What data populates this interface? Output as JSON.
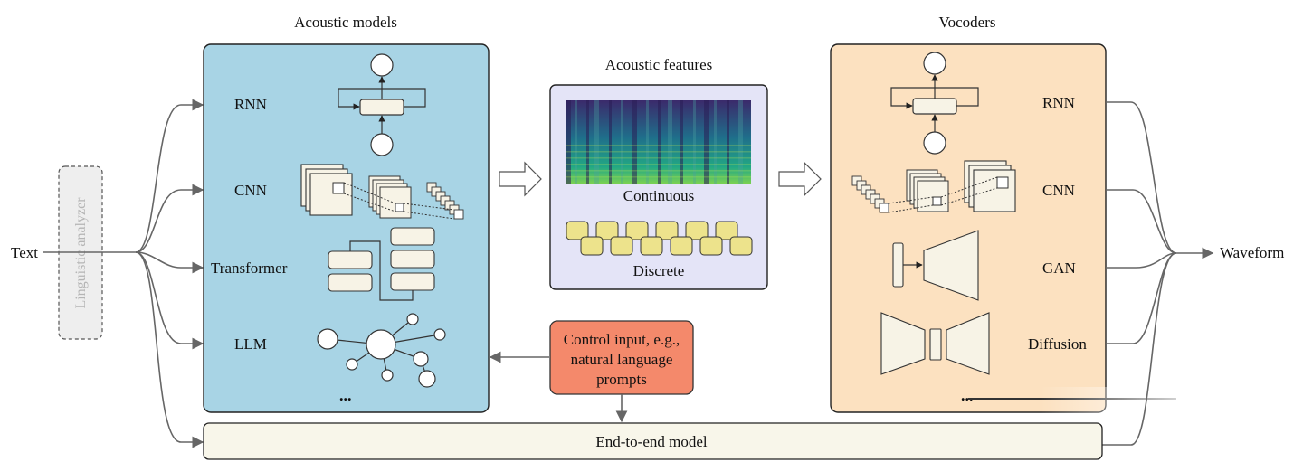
{
  "input": {
    "text_label": "Text",
    "analyzer_label": "Linguistic analyzer"
  },
  "output": {
    "label": "Waveform"
  },
  "acoustic_models": {
    "title": "Acoustic models",
    "items": [
      "RNN",
      "CNN",
      "Transformer",
      "LLM"
    ],
    "more": "..."
  },
  "acoustic_features": {
    "title": "Acoustic features",
    "continuous_label": "Continuous",
    "discrete_label": "Discrete"
  },
  "vocoders": {
    "title": "Vocoders",
    "items": [
      "RNN",
      "CNN",
      "GAN",
      "Diffusion"
    ],
    "more": "..."
  },
  "control": {
    "lines": [
      "Control input, e.g.,",
      "natural language",
      "prompts"
    ]
  },
  "end_to_end": {
    "label": "End-to-end model"
  },
  "colors": {
    "acoustic_bg": "#a8d4e5",
    "feature_bg": "#e4e4f7",
    "vocoder_bg": "#fce1c0",
    "control_bg": "#f4896b",
    "e2e_bg": "#f8f6ea",
    "token_fill": "#ede38c",
    "line": "#666666"
  }
}
